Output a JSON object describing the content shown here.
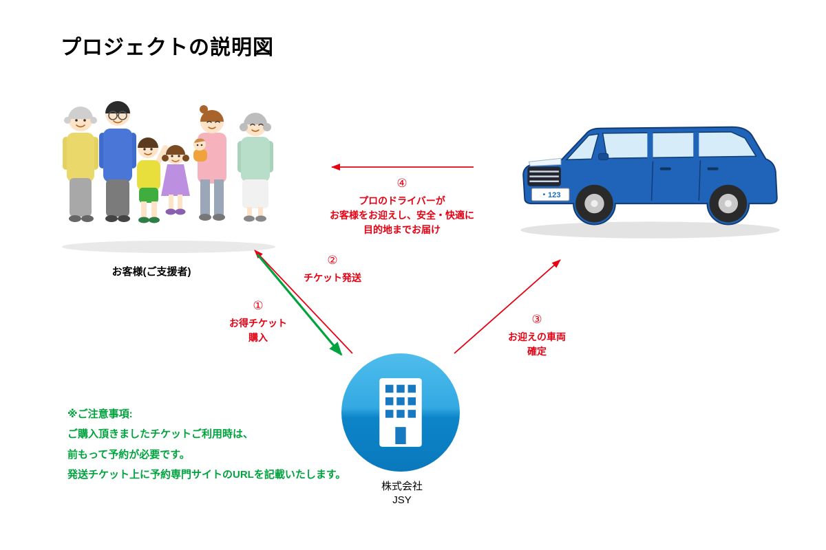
{
  "title": "プロジェクトの説明図",
  "family": {
    "label": "お客様(ご支援者)"
  },
  "company": {
    "name": "株式会社",
    "sub": "JSY"
  },
  "car": {
    "plate": "・123"
  },
  "steps": {
    "step1": {
      "num": "①",
      "lines": [
        "お得チケット",
        "購入"
      ]
    },
    "step2": {
      "num": "②",
      "lines": [
        "チケット発送"
      ]
    },
    "step3": {
      "num": "③",
      "lines": [
        "お迎えの車両",
        "確定"
      ]
    },
    "step4": {
      "num": "④",
      "lines": [
        "プロのドライバーが",
        "お客様をお迎えし、安全・快適に",
        "目的地までお届け"
      ]
    }
  },
  "note": {
    "lines": [
      "※ご注意事項:",
      "ご購入頂きましたチケットご利用時は、",
      "前もって予約が必要です。",
      "発送チケット上に予約専門サイトのURLを記載いたします。"
    ]
  },
  "colors": {
    "red": "#e60012",
    "green": "#00a33e",
    "circle_blue": "#0d85c9",
    "car_blue": "#1f64b8"
  }
}
